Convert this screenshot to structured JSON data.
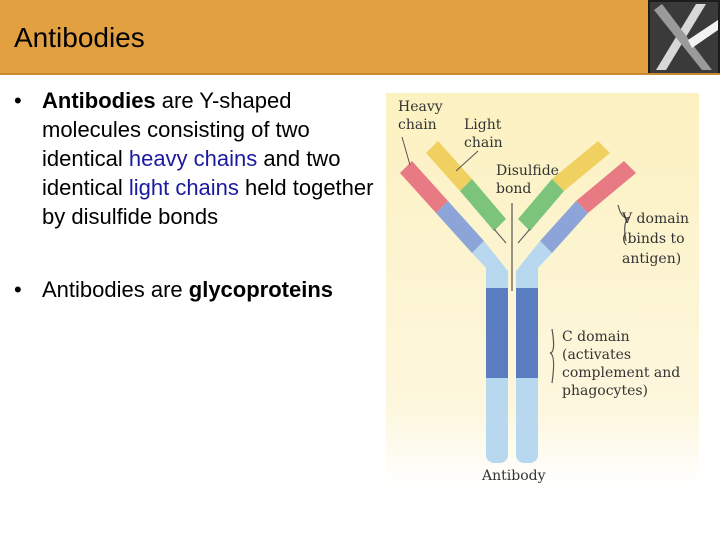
{
  "slide": {
    "title": "Antibodies",
    "bullets": [
      {
        "bullet_char": "•",
        "parts": {
          "bold_term": "Antibodies",
          "text_1": " are Y-shaped molecules consisting of two identical ",
          "heavy_chains": "heavy chains",
          "text_2": " and two identical ",
          "light_chains": "light chains",
          "text_3": " held together by disulfide bonds"
        }
      },
      {
        "bullet_char": "•",
        "parts": {
          "text_1": "Antibodies are ",
          "bold_term": "glycoproteins"
        }
      }
    ]
  },
  "figure": {
    "labels": {
      "heavy_chain": [
        "Heavy",
        "chain"
      ],
      "light_chain": [
        "Light",
        "chain"
      ],
      "disulfide_bond": [
        "Disulfide",
        "bond"
      ],
      "v_domain": [
        "V domain",
        "(binds to",
        "antigen)"
      ],
      "c_domain": [
        "C domain",
        "(activates",
        "complement and",
        "phagocytes)"
      ],
      "antibody": "Antibody"
    },
    "colors": {
      "background": "#FCF3C8",
      "heavy_variable": "#E87A84",
      "heavy_constant": "#5A7DC2",
      "light_variable": "#F0D060",
      "light_constant": "#7CC47C",
      "heavy_variable_lower": "#8CA4D8",
      "heavy_constant_light": "#B8D8F0",
      "title_bar": "#E2A040",
      "highlight_text": "#1a1aa0"
    }
  }
}
